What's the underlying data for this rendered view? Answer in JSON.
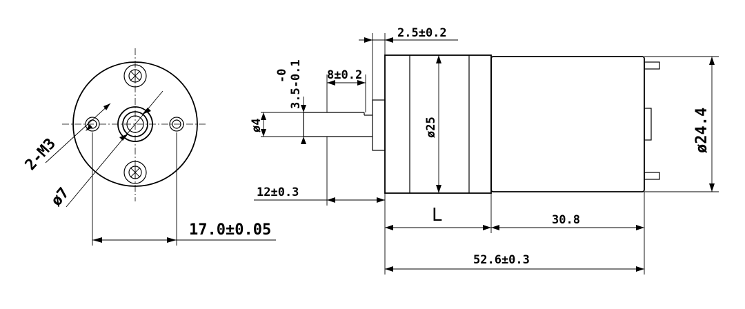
{
  "front_view": {
    "thread_label": "2-M3",
    "bore_label": "ø7",
    "spacing_label": "17.0±0.05"
  },
  "side_view": {
    "collar_label": "2.5±0.2",
    "flat_label": "8±0.2",
    "flat_tol_upper": "-0",
    "flat_tol_lower": "3.5-0.1",
    "shaft_dia_label": "ø4",
    "shaft_length_label": "12±0.3",
    "gearbox_dia_label": "ø25",
    "motor_dia_label": "ø24.4",
    "gearbox_length_label": "L",
    "motor_length_label": "30.8",
    "total_length_label": "52.6±0.3"
  }
}
